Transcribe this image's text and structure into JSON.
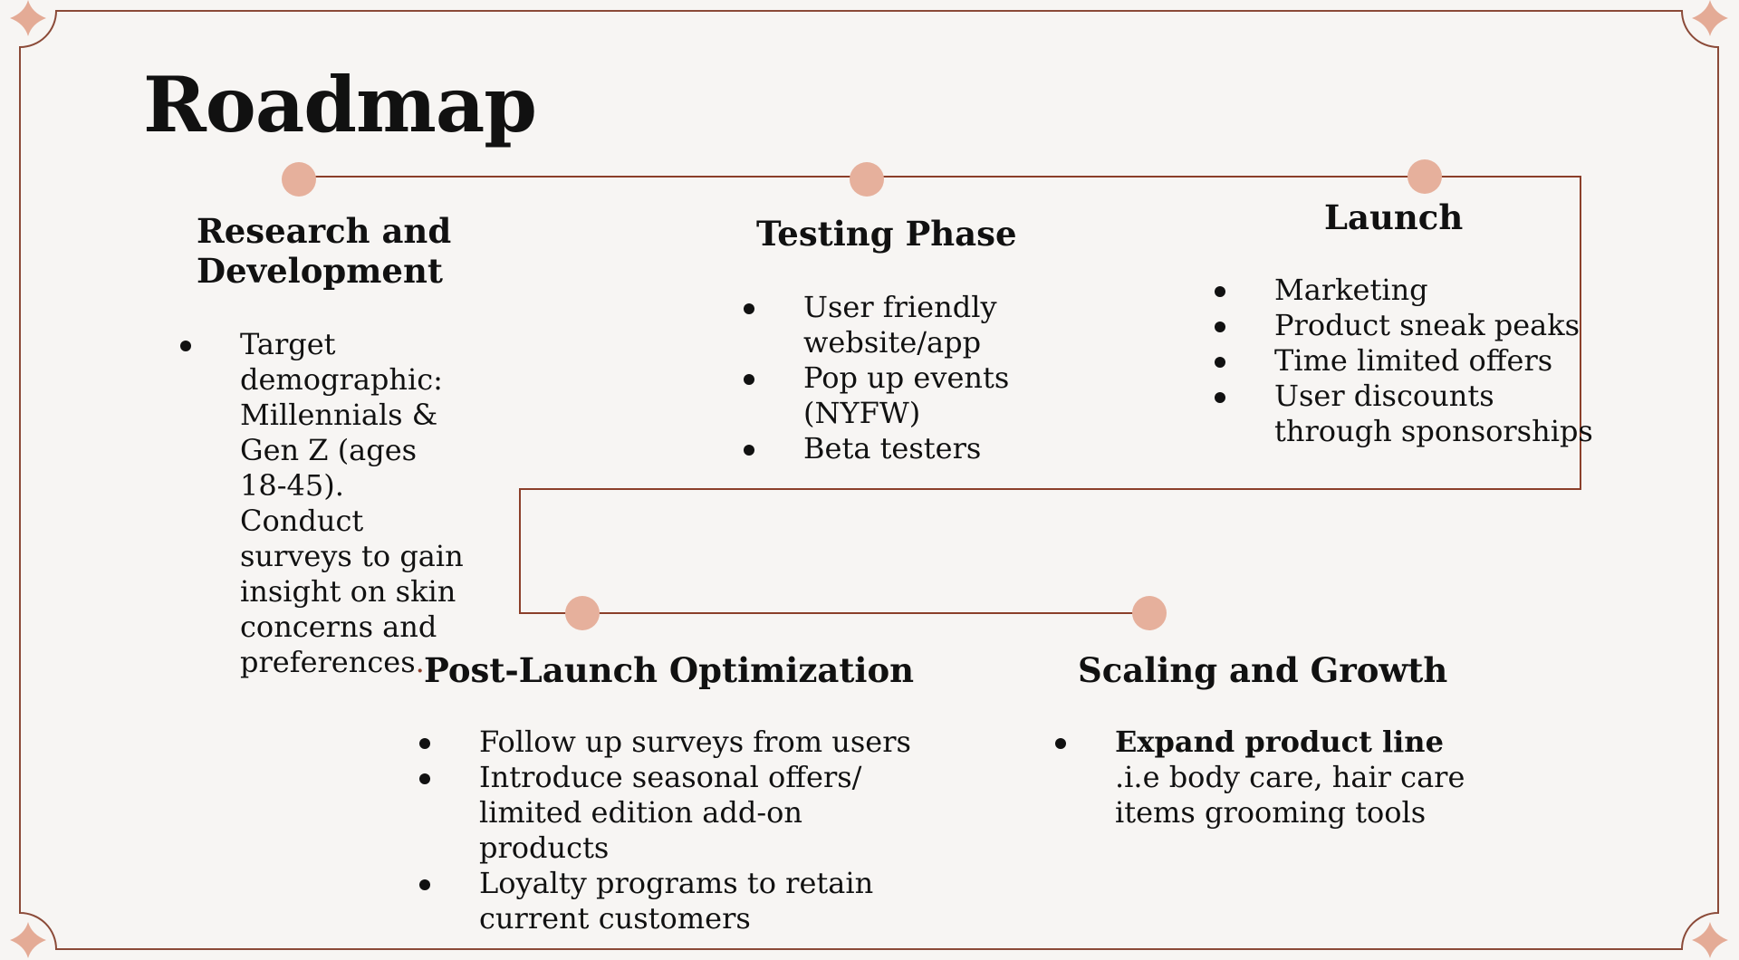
{
  "colors": {
    "background": "#f7f5f3",
    "frame": "#8b4a38",
    "connector": "#8b3f2a",
    "milestone": "#e6b09c",
    "corner_star": "#e4ab96",
    "text": "#111111"
  },
  "page": {
    "title": "Roadmap"
  },
  "sections": {
    "research": {
      "heading_line1": "Research and",
      "heading_line2": "Development",
      "bullets": [
        {
          "text": "Target demographic: Millennials & Gen Z (ages 18-45). Conduct surveys to gain insight on skin concerns and preferences",
          "trailing": "."
        }
      ]
    },
    "testing": {
      "heading": "Testing Phase",
      "bullets": [
        "User friendly website/app",
        "Pop up events (NYFW)",
        "Beta testers"
      ]
    },
    "launch": {
      "heading": "Launch",
      "bullets": [
        "Marketing",
        "Product sneak peaks",
        "Time limited offers",
        "User discounts through sponsorships"
      ]
    },
    "post_launch": {
      "heading": "Post-Launch Optimization",
      "bullets": [
        "Follow up surveys from users",
        "Introduce seasonal offers/ limited edition add-on products",
        "Loyalty programs to retain current customers"
      ]
    },
    "scaling": {
      "heading": "Scaling and Growth",
      "bullets": [
        {
          "bold": "Expand product line",
          "rest": " .i.e body care, hair care items grooming tools"
        }
      ]
    }
  },
  "icons": {
    "corners": "four-point-star",
    "milestones": "filled-circle"
  }
}
